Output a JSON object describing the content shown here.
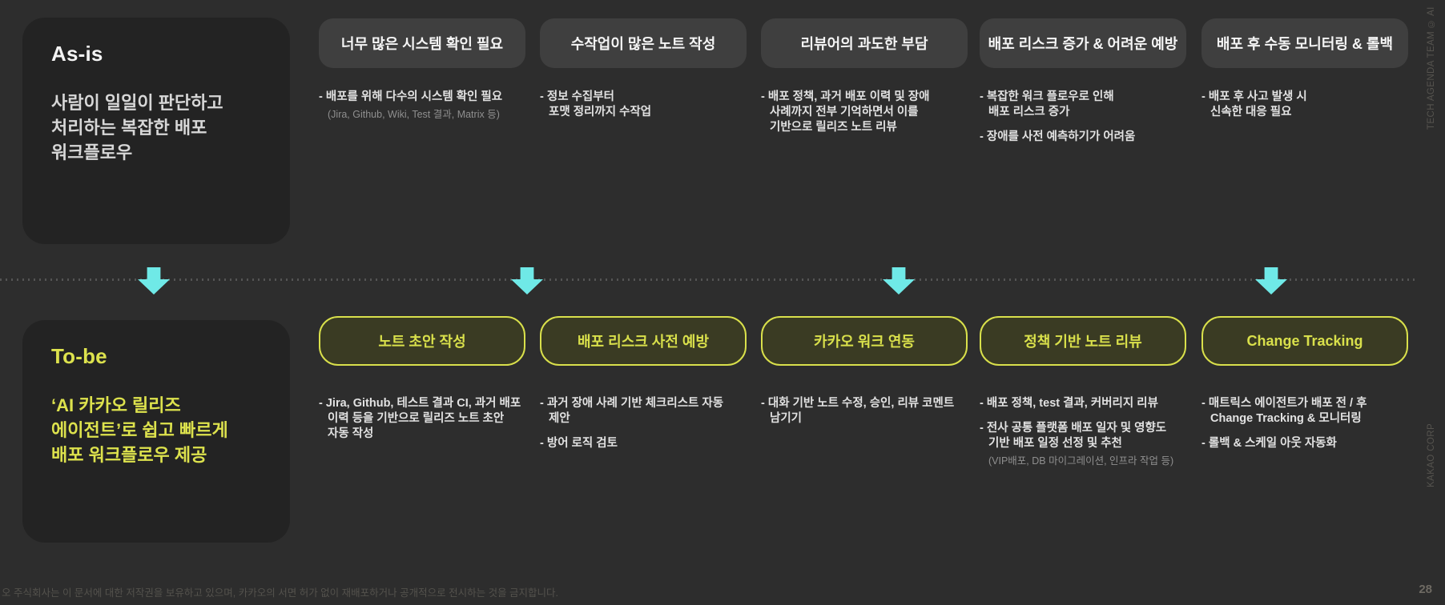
{
  "as_is": {
    "title": "As-is",
    "description": "사람이 일일이 판단하고\n처리하는 복잡한 배포\n워크플로우"
  },
  "to_be": {
    "title": "To-be",
    "description_emphasis": "‘AI 카카오 릴리즈\n에이전트’",
    "description_rest": "로 쉽고 빠르게\n배포 워크플로우 제공"
  },
  "problems": [
    {
      "header": "너무 많은 시스템 확인 필요",
      "items": [
        {
          "text": "- 배포를 위해 다수의 시스템 확인 필요",
          "sub": "(Jira, Github, Wiki, Test 결과, Matrix 등)"
        }
      ]
    },
    {
      "header": "수작업이 많은 노트 작성",
      "items": [
        {
          "text": "- 정보 수집부터\n포맷 정리까지 수작업"
        }
      ]
    },
    {
      "header": "리뷰어의 과도한 부담",
      "items": [
        {
          "text": "- 배포 정책, 과거 배포 이력 및 장애\n사례까지 전부 기억하면서 이를\n기반으로 릴리즈 노트 리뷰"
        }
      ]
    },
    {
      "header": "배포 리스크 증가 & 어려운 예방",
      "items": [
        {
          "text": "- 복잡한 워크 플로우로 인해\n배포 리스크 증가"
        },
        {
          "text": "- 장애를 사전 예측하기가 어려움"
        }
      ]
    },
    {
      "header": "배포 후 수동 모니터링 & 롤백",
      "items": [
        {
          "text": "- 배포 후 사고 발생 시\n신속한 대응 필요"
        }
      ]
    }
  ],
  "solutions": [
    {
      "header": "노트 초안 작성",
      "items": [
        {
          "text": "- Jira, Github, 테스트 결과 CI, 과거 배포\n이력 등을 기반으로 릴리즈 노트 초안\n자동 작성"
        }
      ]
    },
    {
      "header": "배포 리스크 사전 예방",
      "items": [
        {
          "text": "- 과거 장애 사례 기반 체크리스트 자동\n제안"
        },
        {
          "text": "- 방어 로직 검토"
        }
      ]
    },
    {
      "header": "카카오 워크 연동",
      "items": [
        {
          "text": "- 대화 기반 노트 수정, 승인, 리뷰 코멘트\n남기기"
        }
      ]
    },
    {
      "header": "정책 기반 노트 리뷰",
      "items": [
        {
          "text": "- 배포 정책, test 결과, 커버리지 리뷰"
        },
        {
          "text": "- 전사 공통 플랫폼 배포 일자 및 영향도\n기반 배포 일정 선정 및 추천",
          "sub": "(VIP배포, DB 마이그레이션, 인프라 작업 등)"
        }
      ]
    },
    {
      "header": "Change Tracking",
      "items": [
        {
          "text": "- 매트릭스 에이전트가 배포 전 / 후\nChange Tracking & 모니터링"
        },
        {
          "text": "- 롤백 & 스케일 아웃 자동화"
        }
      ]
    }
  ],
  "footer": {
    "copyright": "오 주식회사는 이 문서에 대한 저작권을 보유하고 있으며, 카카오의 서면 허가 없이 재배포하거나 공개적으로 전시하는 것을 금지합니다.",
    "page_number": "28"
  },
  "side_labels": {
    "top": "TECH AGENDA TEAM © AI",
    "bottom": "KAKAO CORP"
  },
  "colors": {
    "background": "#2d2d2d",
    "card": "#232323",
    "pill": "#3f3f3f",
    "accent_yellow": "#d9e04b",
    "accent_cyan": "#6fe9e7"
  }
}
